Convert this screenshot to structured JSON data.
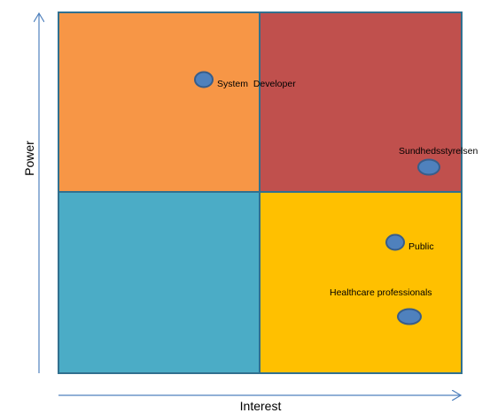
{
  "axes": {
    "x_label": "Interest",
    "y_label": "Power"
  },
  "quadrants": [
    {
      "id": "high-power-low-interest",
      "color": "#F79646"
    },
    {
      "id": "high-power-high-interest",
      "color": "#C0504D"
    },
    {
      "id": "low-power-low-interest",
      "color": "#4BACC6"
    },
    {
      "id": "low-power-high-interest",
      "color": "#FFC000"
    }
  ],
  "colors": {
    "axis": "#4F81BD",
    "grid_border": "#31708F",
    "marker_fill": "#4F81BD",
    "marker_stroke": "#385D8A"
  },
  "stakeholders": [
    {
      "name": "System  Developer"
    },
    {
      "name": "Sundhedsstyrelsen"
    },
    {
      "name": "Public"
    },
    {
      "name": "Healthcare professionals"
    }
  ]
}
